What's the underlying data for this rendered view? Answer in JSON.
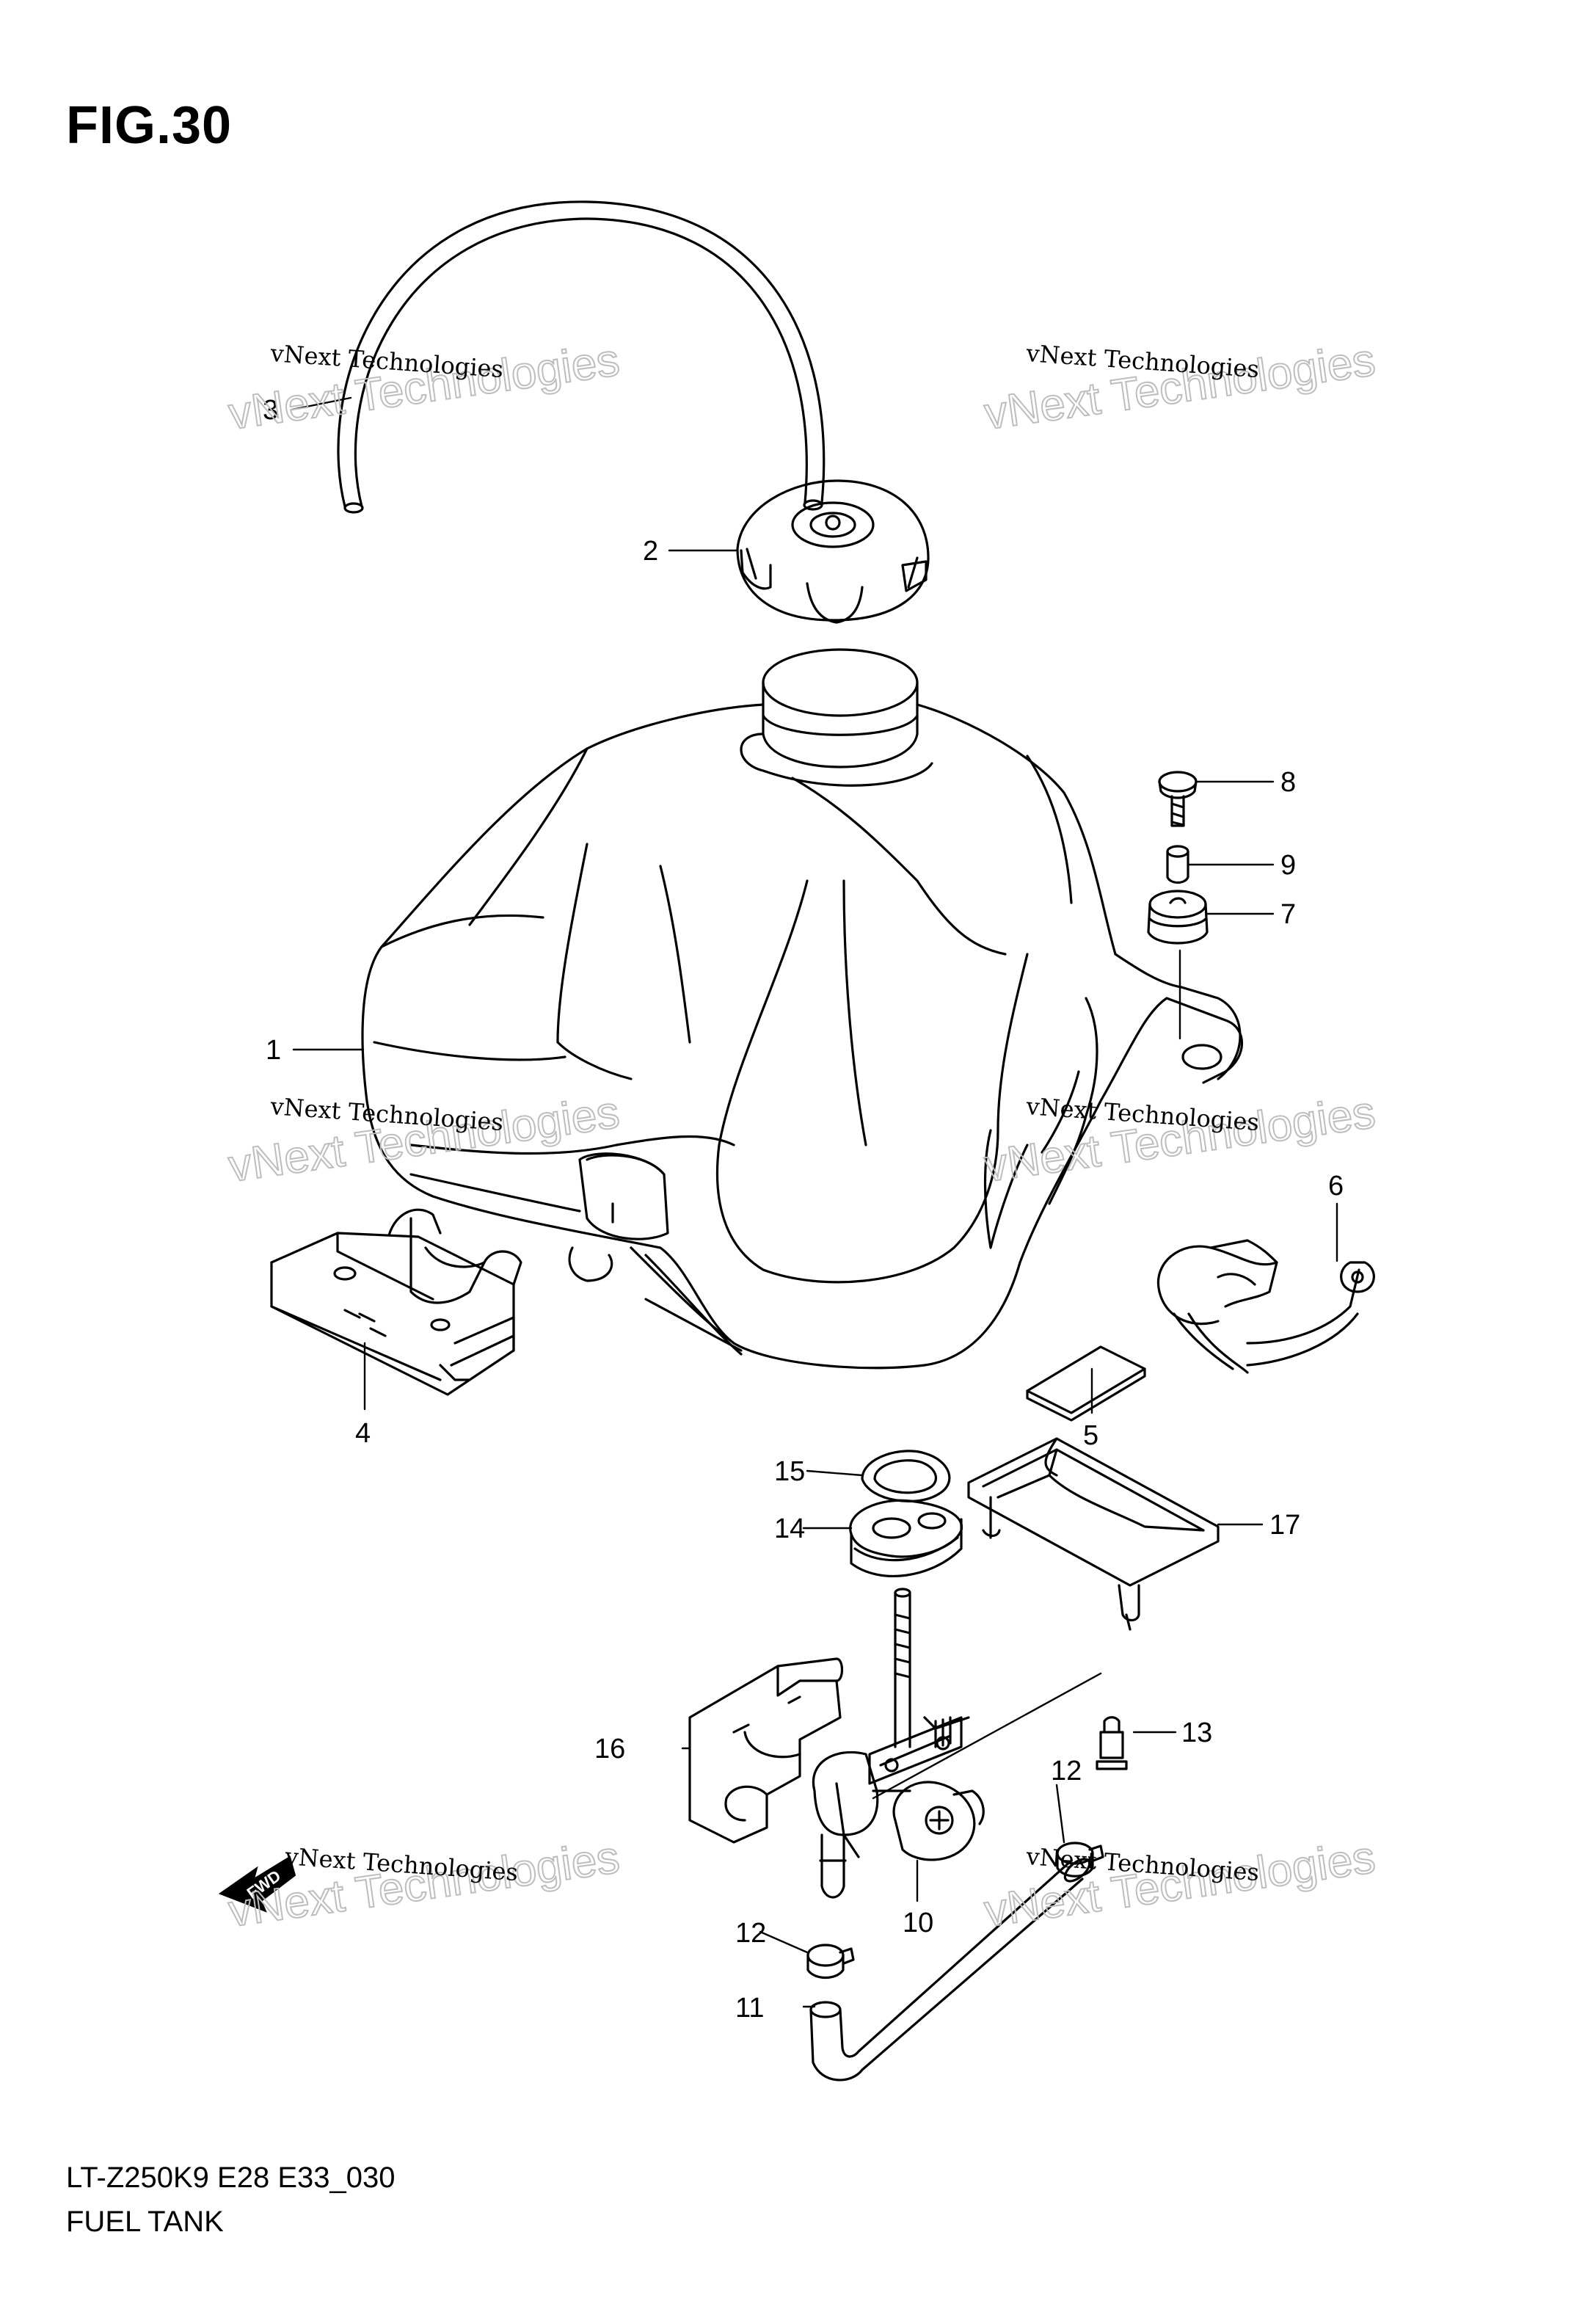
{
  "figure": {
    "title": "FIG.30",
    "model_code": "LT-Z250K9 E28 E33_030",
    "name": "FUEL TANK"
  },
  "callouts": [
    "1",
    "2",
    "3",
    "4",
    "5",
    "6",
    "7",
    "8",
    "9",
    "10",
    "11",
    "12",
    "12",
    "13",
    "14",
    "15",
    "16",
    "17"
  ],
  "watermark": {
    "line1": "vNext Technologies",
    "line2": "vNext Technologies"
  },
  "fwd_label": "FWD"
}
